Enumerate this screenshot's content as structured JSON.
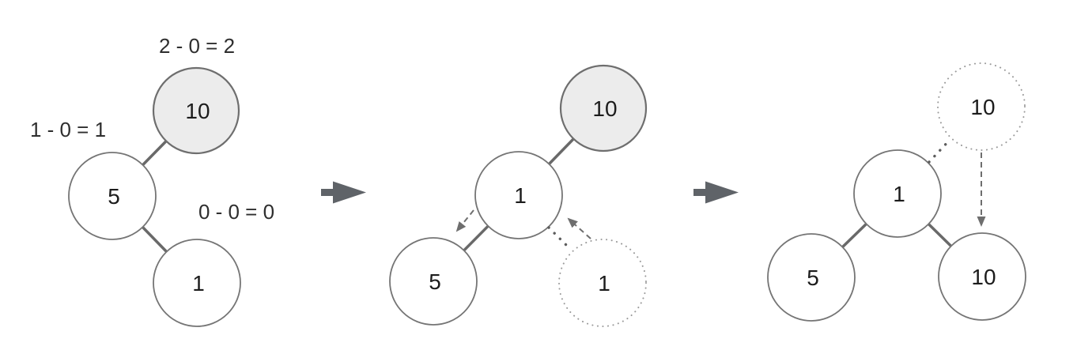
{
  "diagram": {
    "type": "tree-rotation-steps",
    "colors": {
      "background": "#ffffff",
      "edge": "#696969",
      "node_fill": "#ffffff",
      "node_fill_highlight": "#ececec",
      "node_stroke": "#757575",
      "node_stroke_highlight": "#6e6e6e",
      "ghost_stroke": "#9a9a9a",
      "node_text": "#1c1c1c",
      "label_text": "#2e2e2e",
      "move_arrow": "#6e6e6e",
      "trail": "#5c5c5c",
      "step_arrow": "#5f6368"
    },
    "panels": [
      {
        "name": "unbalanced-tree",
        "labels": [
          {
            "text": "2 - 0 = 2"
          },
          {
            "text": "1 - 0 = 1"
          },
          {
            "text": "0 - 0 = 0"
          }
        ],
        "nodes": [
          {
            "value": "10",
            "style": "highlighted"
          },
          {
            "value": "5",
            "style": "normal"
          },
          {
            "value": "1",
            "style": "normal"
          }
        ]
      },
      {
        "name": "rotation-in-progress",
        "nodes": [
          {
            "value": "10",
            "style": "highlighted"
          },
          {
            "value": "1",
            "style": "normal"
          },
          {
            "value": "5",
            "style": "normal"
          },
          {
            "value": "1",
            "style": "ghost"
          }
        ]
      },
      {
        "name": "rebalanced-tree",
        "nodes": [
          {
            "value": "10",
            "style": "ghost"
          },
          {
            "value": "1",
            "style": "normal"
          },
          {
            "value": "5",
            "style": "normal"
          },
          {
            "value": "10",
            "style": "normal"
          }
        ]
      }
    ],
    "step_arrows": [
      {
        "name": "step-1-to-2"
      },
      {
        "name": "step-2-to-3"
      }
    ]
  }
}
